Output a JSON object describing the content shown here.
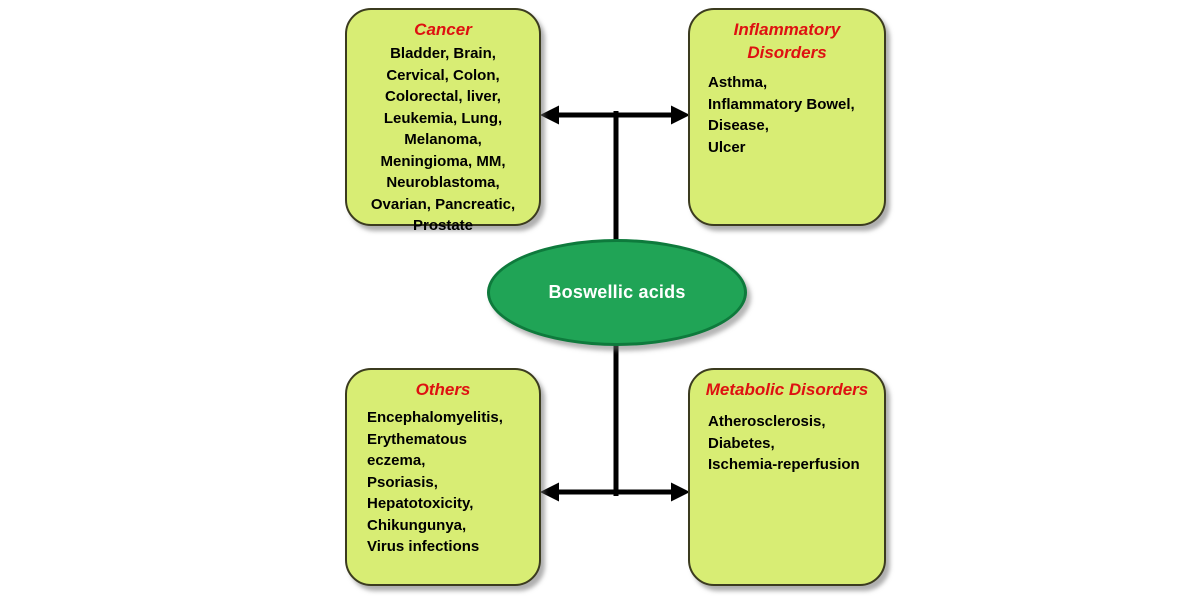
{
  "diagram": {
    "center": {
      "label": "Boswellic acids"
    },
    "boxes": {
      "cancer": {
        "title": "Cancer",
        "body": "Bladder, Brain,\nCervical, Colon,\nColorectal, liver,\nLeukemia, Lung,\nMelanoma,\nMeningioma, MM,\nNeuroblastoma,\nOvarian, Pancreatic,\nProstate"
      },
      "inflammatory": {
        "title": "Inflammatory Disorders",
        "body": "Asthma,\nInflammatory Bowel,\nDisease,\nUlcer"
      },
      "others": {
        "title": "Others",
        "body": "Encephalomyelitis,\nErythematous\neczema,\nPsoriasis,\nHepatotoxicity,\nChikungunya,\nVirus infections"
      },
      "metabolic": {
        "title": "Metabolic Disorders",
        "body": "Atherosclerosis,\nDiabetes,\nIschemia-reperfusion"
      }
    },
    "colors": {
      "box-fill": "#d8ed74",
      "box-border": "#3b3b1f",
      "title-red": "#de1111",
      "text-black": "#000000",
      "ellipse-fill": "#20a456",
      "ellipse-border": "#0e7a3c",
      "connector": "#000000"
    }
  }
}
